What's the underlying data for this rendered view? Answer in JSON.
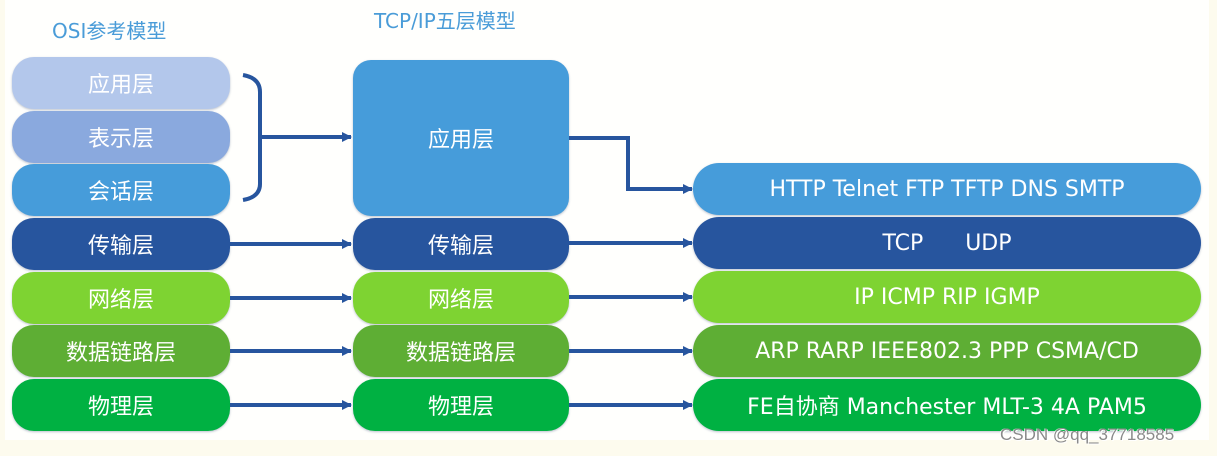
{
  "osi": {
    "title": "OSI参考模型",
    "layers": [
      {
        "label": "应用层",
        "color": "#B3C7EB"
      },
      {
        "label": "表示层",
        "color": "#8AA9DE"
      },
      {
        "label": "会话层",
        "color": "#469CDA"
      },
      {
        "label": "传输层",
        "color": "#27559E"
      },
      {
        "label": "网络层",
        "color": "#7ED332"
      },
      {
        "label": "数据链路层",
        "color": "#5EAE34"
      },
      {
        "label": "物理层",
        "color": "#00B142"
      }
    ]
  },
  "tcpip": {
    "title": "TCP/IP五层模型",
    "layers": [
      {
        "label": "应用层",
        "color": "#469CDA"
      },
      {
        "label": "传输层",
        "color": "#27559E"
      },
      {
        "label": "网络层",
        "color": "#7ED332"
      },
      {
        "label": "数据链路层",
        "color": "#5EAE34"
      },
      {
        "label": "物理层",
        "color": "#00B142"
      }
    ]
  },
  "protocols": [
    {
      "label": "HTTP Telnet FTP TFTP DNS SMTP",
      "color": "#469CDA"
    },
    {
      "label": "TCP      UDP",
      "color": "#27559E"
    },
    {
      "label": "IP ICMP RIP IGMP",
      "color": "#7ED332"
    },
    {
      "label": "ARP RARP IEEE802.3 PPP CSMA/CD",
      "color": "#5EAE34"
    },
    {
      "label": "FE自协商 Manchester MLT-3 4A PAM5",
      "color": "#00B142"
    }
  ],
  "connector_color": "#27559E",
  "watermark": "CSDN @qq_37718585"
}
